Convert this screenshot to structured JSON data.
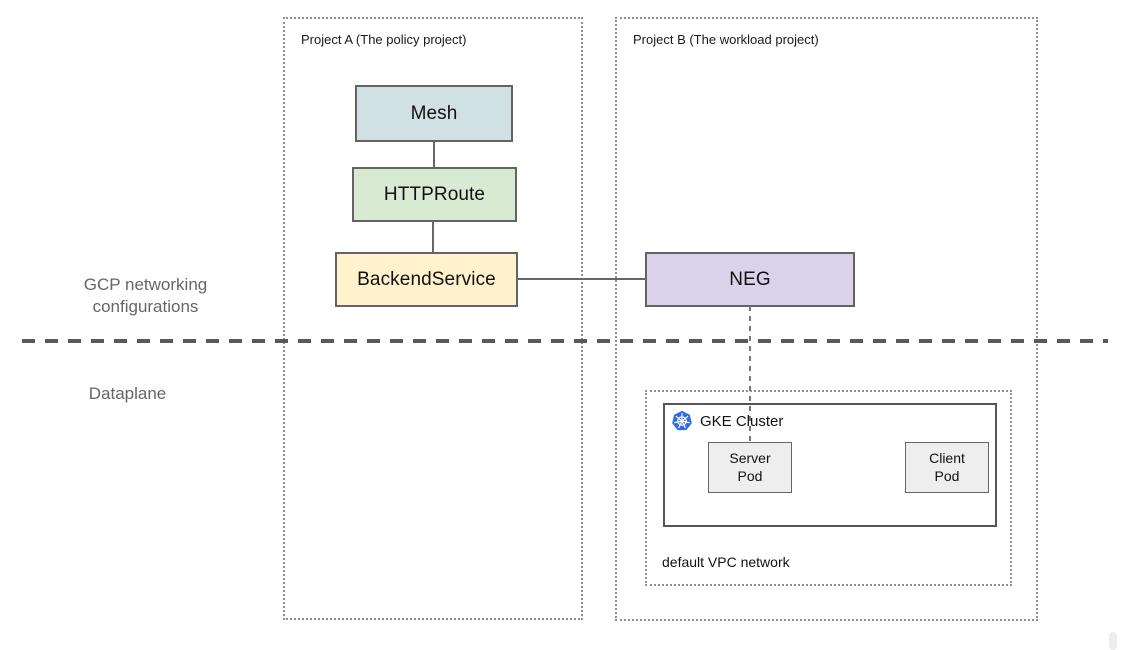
{
  "projects": {
    "a": {
      "label": "Project A (The policy project)"
    },
    "b": {
      "label": "Project B (The workload project)"
    }
  },
  "planes": {
    "gcp": "GCP networking configurations",
    "dataplane": "Dataplane"
  },
  "nodes": {
    "mesh": {
      "label": "Mesh",
      "fill": "#d0e0e3"
    },
    "httproute": {
      "label": "HTTPRoute",
      "fill": "#d9ead3"
    },
    "backend_service": {
      "label": "BackendService",
      "fill": "#fff2cc"
    },
    "neg": {
      "label": "NEG",
      "fill": "#d9d2e9"
    }
  },
  "cluster": {
    "label": "GKE Cluster",
    "icon": "kubernetes-helm-icon",
    "icon_color": "#326ce5",
    "server_pod": {
      "line1": "Server",
      "line2": "Pod",
      "fill": "#eeeeee"
    },
    "client_pod": {
      "line1": "Client",
      "line2": "Pod",
      "fill": "#eeeeee"
    },
    "network_label": "default VPC network"
  },
  "colors": {
    "node_border": "#636363",
    "dotted_border": "#909090",
    "connector": "#666666",
    "separator": "#595959",
    "region_label": "#666666"
  }
}
